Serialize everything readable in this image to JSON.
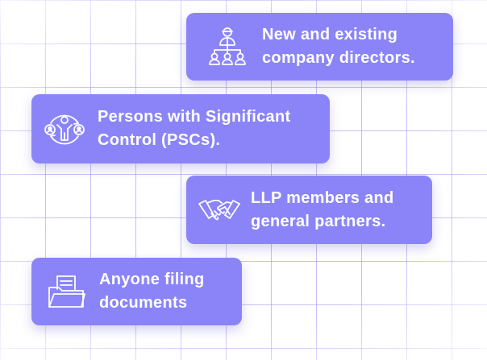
{
  "cards": [
    {
      "icon": "org-chart-director-icon",
      "text": "New and existing\ncompany directors."
    },
    {
      "icon": "significant-control-person-icon",
      "text": "Persons with Significant\nControl (PSCs)."
    },
    {
      "icon": "handshake-icon",
      "text": "LLP members and\ngeneral partners."
    },
    {
      "icon": "folder-document-icon",
      "text": "Anyone filing\ndocuments"
    }
  ],
  "colors": {
    "card": "#8a84f8",
    "grid": "#968cf0",
    "text": "#ffffff"
  }
}
